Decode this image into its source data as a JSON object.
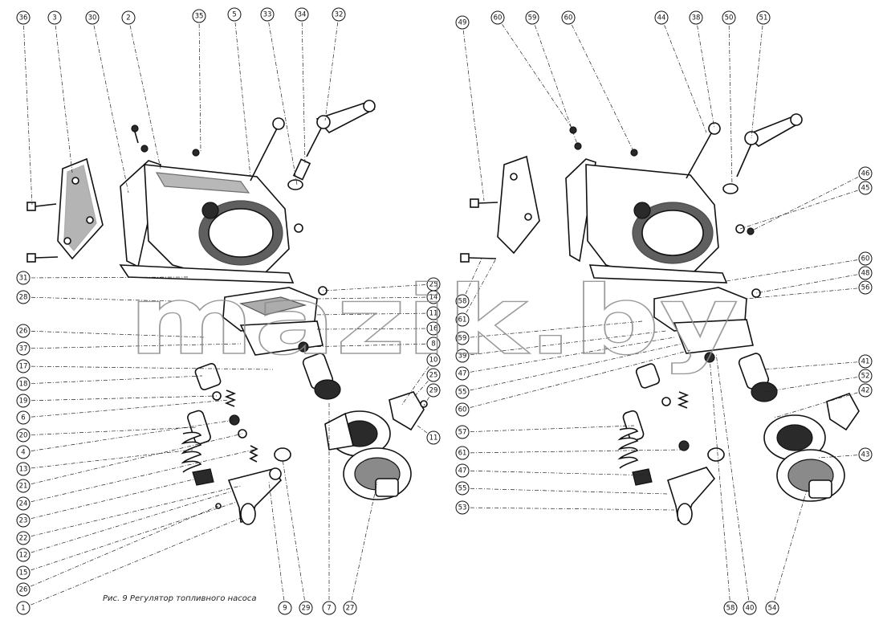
{
  "caption": "Рис. 9 Регулятор топливного насоса",
  "watermark": "mazik.by",
  "left_top_labels": [
    "36",
    "3",
    "30",
    "2",
    "35",
    "5",
    "33",
    "34",
    "32"
  ],
  "left_side_labels": [
    "31",
    "28",
    "26",
    "37",
    "17",
    "18",
    "19",
    "6",
    "20",
    "4",
    "13",
    "21",
    "24",
    "23",
    "22",
    "12",
    "15",
    "26",
    "1"
  ],
  "left_right_labels": [
    "25",
    "14",
    "11",
    "16",
    "8",
    "10",
    "25",
    "29",
    "11"
  ],
  "left_bottom_labels": [
    "9",
    "29",
    "7",
    "27"
  ],
  "right_top_labels": [
    "49",
    "60",
    "59",
    "60",
    "44",
    "38",
    "50",
    "51"
  ],
  "right_mid_labels": [
    "58",
    "61",
    "59",
    "39",
    "47",
    "55",
    "60"
  ],
  "right_low_labels": [
    "57",
    "61",
    "47",
    "55",
    "53"
  ],
  "right_side_labels": [
    "46",
    "45",
    "60",
    "48",
    "56",
    "41",
    "52",
    "42",
    "43"
  ],
  "right_bottom_labels": [
    "58",
    "40",
    "54"
  ]
}
